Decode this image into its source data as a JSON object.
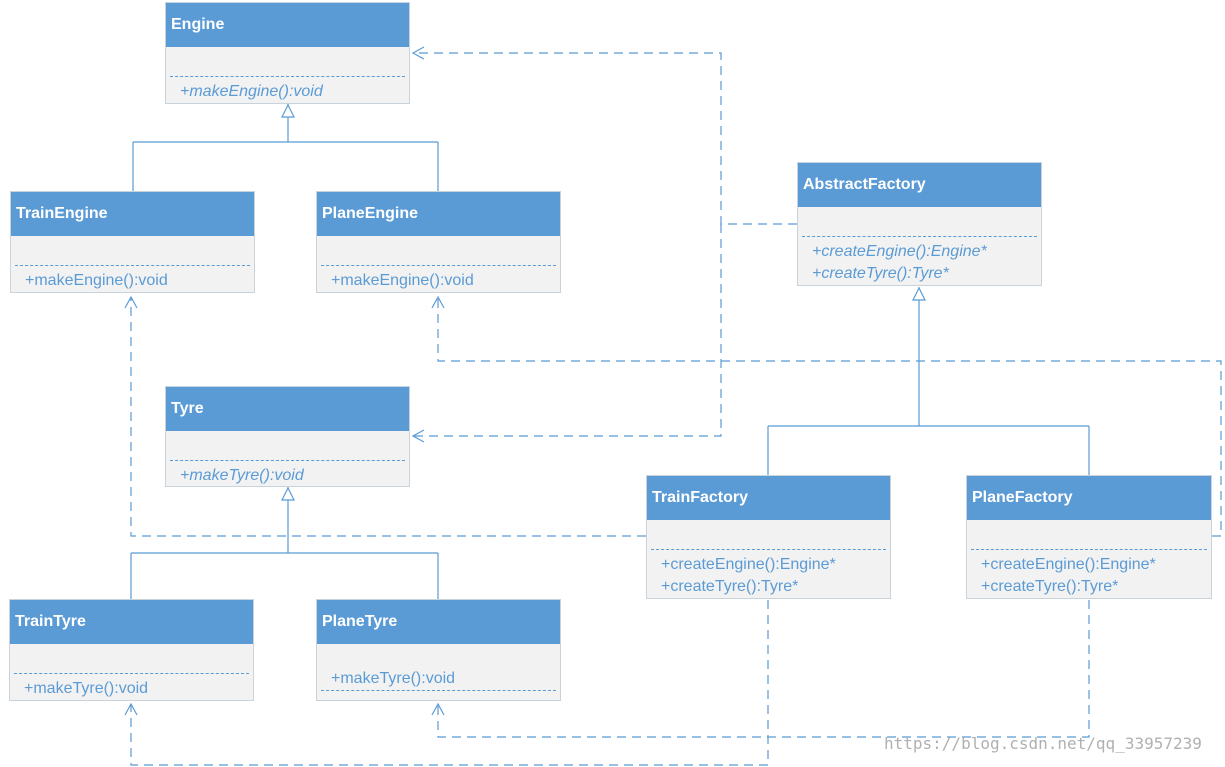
{
  "classes": {
    "engine": {
      "name": "Engine",
      "ops": [
        "+makeEngine():void"
      ]
    },
    "train_engine": {
      "name": "TrainEngine",
      "ops": [
        "+makeEngine():void"
      ]
    },
    "plane_engine": {
      "name": "PlaneEngine",
      "ops": [
        "+makeEngine():void"
      ]
    },
    "tyre": {
      "name": "Tyre",
      "ops": [
        "+makeTyre():void"
      ]
    },
    "train_tyre": {
      "name": "TrainTyre",
      "ops": [
        "+makeTyre():void"
      ]
    },
    "plane_tyre": {
      "name": "PlaneTyre",
      "ops": [
        "+makeTyre():void"
      ]
    },
    "abstract_factory": {
      "name": "AbstractFactory",
      "ops": [
        "+createEngine():Engine*",
        "+createTyre():Tyre*"
      ]
    },
    "train_factory": {
      "name": "TrainFactory",
      "ops": [
        "+createEngine():Engine*",
        "+createTyre():Tyre*"
      ]
    },
    "plane_factory": {
      "name": "PlaneFactory",
      "ops": [
        "+createEngine():Engine*",
        "+createTyre():Tyre*"
      ]
    }
  },
  "watermark": "https://blog.csdn.net/qq_33957239",
  "colors": {
    "header": "#5b9bd5",
    "body": "#f2f2f2",
    "line": "#5b9bd5"
  }
}
